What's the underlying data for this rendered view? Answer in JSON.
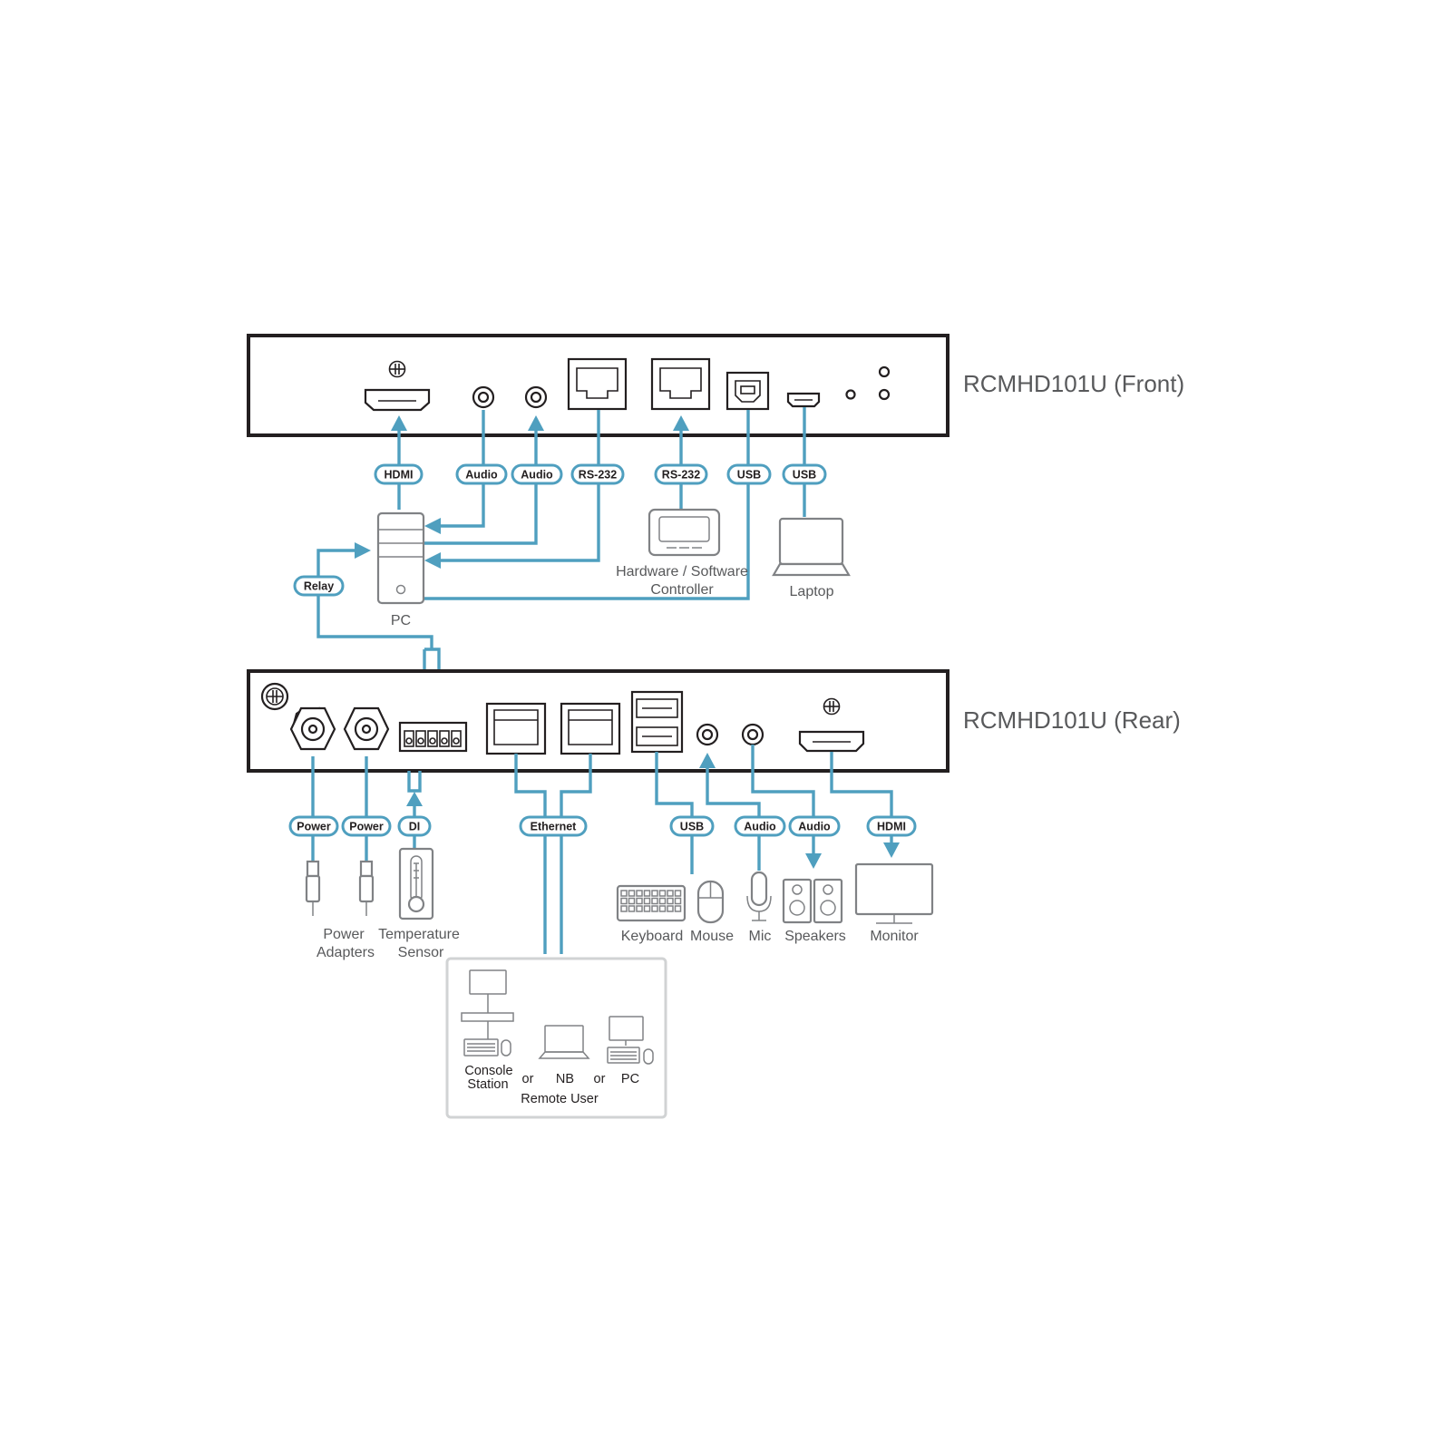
{
  "devices": {
    "front_title": "RCMHD101U (Front)",
    "rear_title": "RCMHD101U (Rear)"
  },
  "front_labels": {
    "hdmi": "HDMI",
    "audio_1": "Audio",
    "audio_2": "Audio",
    "rs232_1": "RS-232",
    "rs232_2": "RS-232",
    "usb_1": "USB",
    "usb_2": "USB",
    "relay": "Relay"
  },
  "front_captions": {
    "pc": "PC",
    "controller_line1": "Hardware / Software",
    "controller_line2": "Controller",
    "laptop": "Laptop"
  },
  "rear_labels": {
    "power_1": "Power",
    "power_2": "Power",
    "di": "DI",
    "ethernet": "Ethernet",
    "usb": "USB",
    "audio_1": "Audio",
    "audio_2": "Audio",
    "hdmi": "HDMI"
  },
  "rear_captions": {
    "power_line1": "Power",
    "power_line2": "Adapters",
    "temp_line1": "Temperature",
    "temp_line2": "Sensor",
    "keyboard": "Keyboard",
    "mouse": "Mouse",
    "mic": "Mic",
    "speakers": "Speakers",
    "monitor": "Monitor"
  },
  "remote": {
    "console_line1": "Console",
    "console_line2": "Station",
    "or_1": "or",
    "nb": "NB",
    "or_2": "or",
    "pc": "PC",
    "remote_user": "Remote User"
  },
  "colors": {
    "cable": "#4f9fbf",
    "device_outline": "#231f20",
    "peripheral_icon": "#808285",
    "caption_text": "#58595b"
  }
}
